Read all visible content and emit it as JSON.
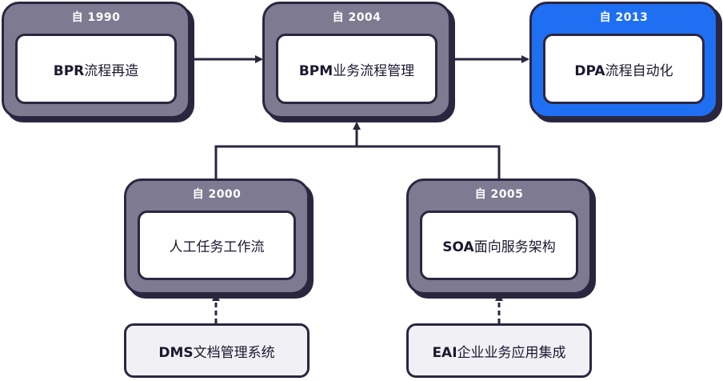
{
  "nodes": {
    "bpr": {
      "since": "自 1990",
      "code": "BPR",
      "text": "流程再造"
    },
    "bpm": {
      "since": "自 2004",
      "code": "BPM",
      "text": "业务流程管理"
    },
    "dpa": {
      "since": "自 2013",
      "code": "DPA",
      "text": "流程自动化",
      "color": "#1f6ff2"
    },
    "workflow": {
      "since": "自 2000",
      "code": "",
      "text": "人工任务工作流"
    },
    "soa": {
      "since": "自 2005",
      "code": "SOA",
      "text": "面向服务架构"
    }
  },
  "sources": {
    "dms": {
      "code": "DMS",
      "text": "文档管理系统"
    },
    "eai": {
      "code": "EAI",
      "text": "企业业务应用集成"
    }
  },
  "colors": {
    "card": "#7d7a91",
    "accent": "#1f6ff2",
    "outline": "#2b2640"
  }
}
